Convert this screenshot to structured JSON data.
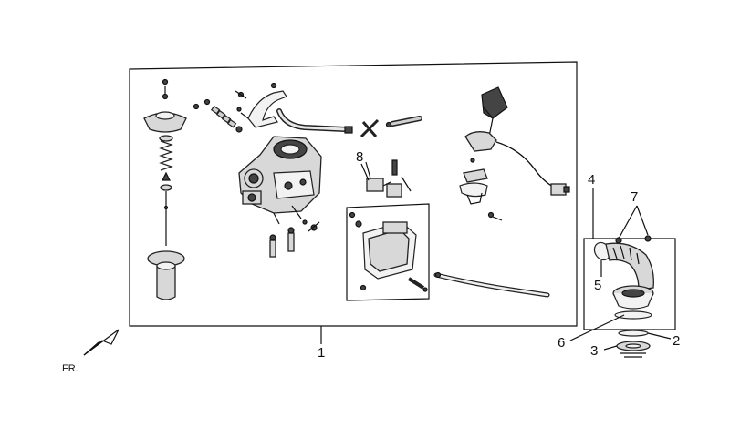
{
  "callouts": {
    "c1": "1",
    "c2": "2",
    "c3": "3",
    "c4": "4",
    "c5": "5",
    "c6": "6",
    "c7": "7",
    "c8": "8"
  },
  "direction_label": "FR.",
  "icons": {
    "direction": "front-arrow-icon"
  }
}
